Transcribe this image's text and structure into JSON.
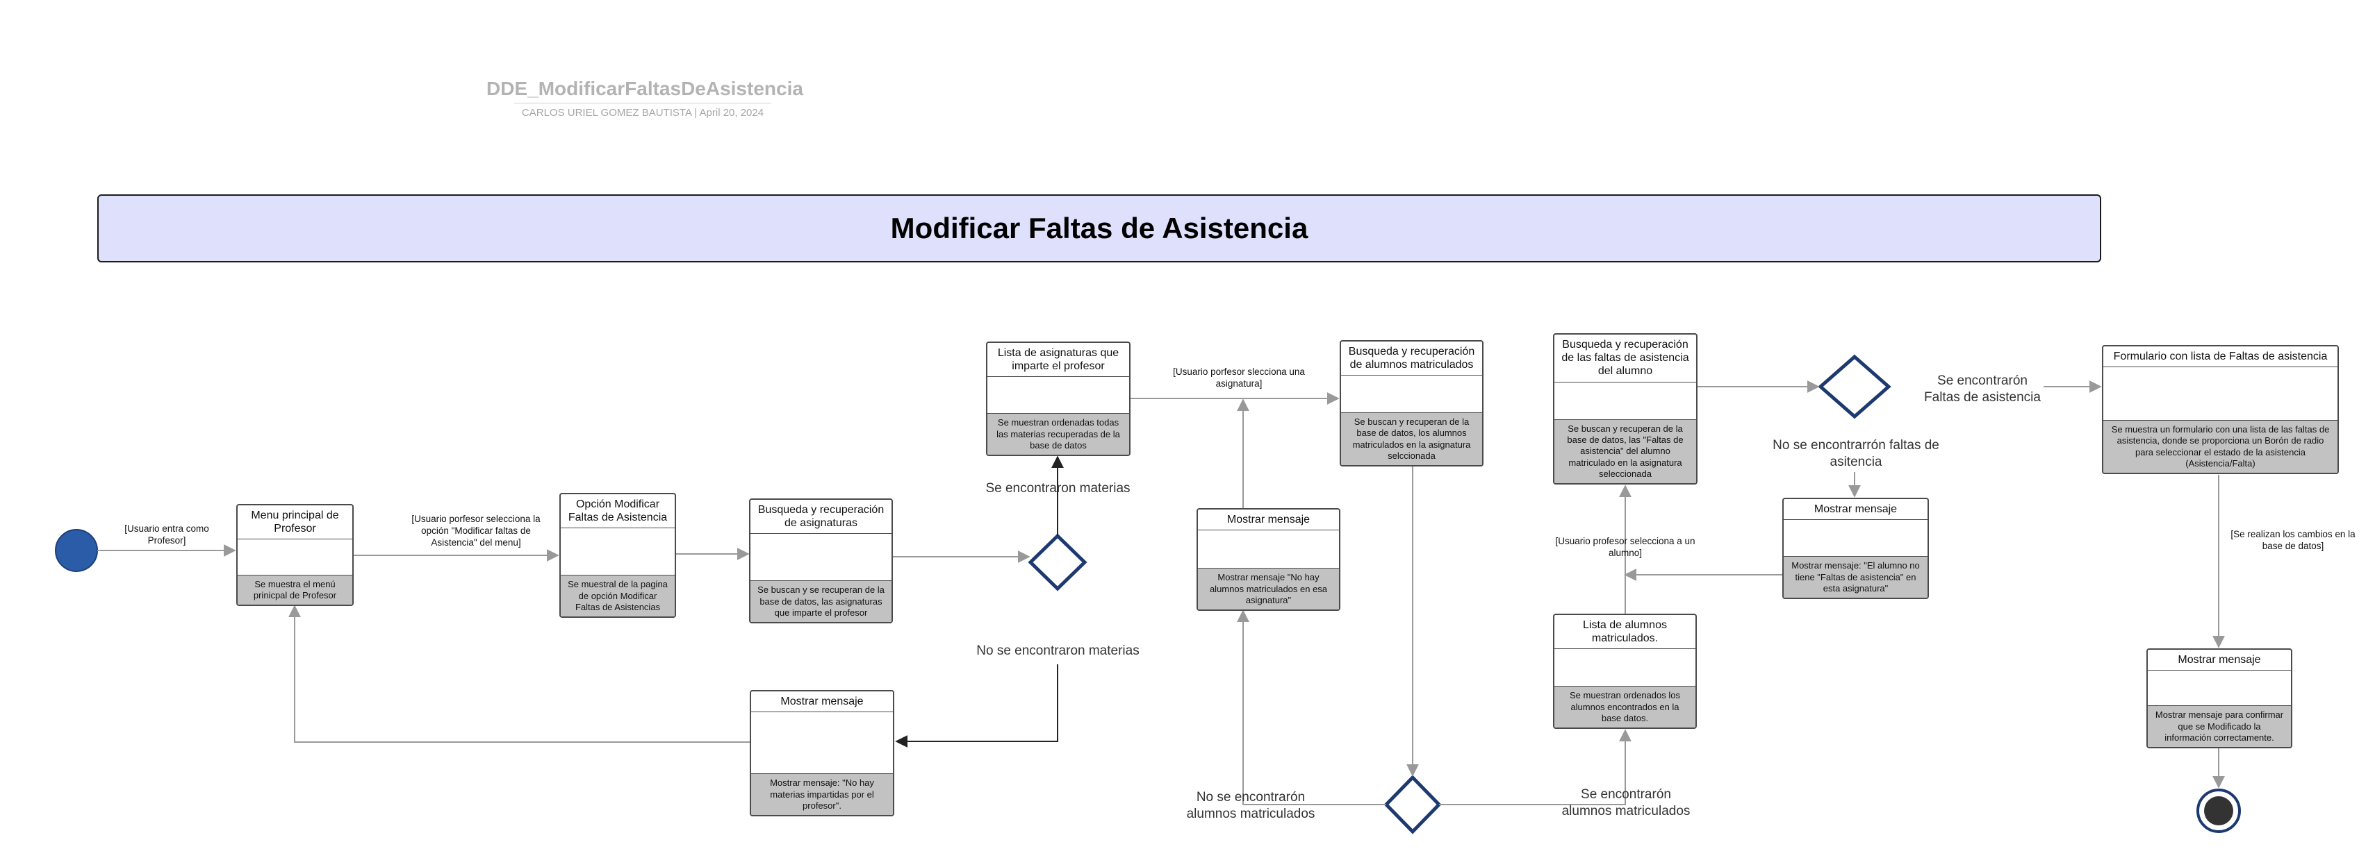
{
  "header": {
    "title": "DDE_ModificarFaltasDeAsistencia",
    "meta": "CARLOS URIEL GOMEZ BAUTISTA  |  April 20, 2024"
  },
  "banner": {
    "title": "Modificar Faltas de Asistencia"
  },
  "nodes": {
    "menu_profesor": {
      "title": "Menu principal de Profesor",
      "desc": "Se muestra el menú prinicpal de Profesor"
    },
    "opcion_modificar": {
      "title": "Opción Modificar Faltas de Asistencia",
      "desc": "Se muestral de la pagina de  opción Modificar Faltas de Asistencias"
    },
    "busqueda_asignaturas": {
      "title": "Busqueda y recuperación de asignaturas",
      "desc": "Se buscan y se recuperan  de la base de datos, las asignaturas que imparte el profesor"
    },
    "lista_asignaturas": {
      "title": "Lista de asignaturas que imparte el profesor",
      "desc": "Se muestran ordenadas todas las materias recuperadas de la base de datos"
    },
    "msg_no_materias": {
      "title": "Mostrar mensaje",
      "desc": "Mostrar mensaje: \"No hay materias impartidas por el profesor\"."
    },
    "msg_no_alumnos": {
      "title": "Mostrar mensaje",
      "desc": "Mostrar mensaje \"No hay alumnos matriculados en esa asignatura\""
    },
    "busqueda_alumnos": {
      "title": "Busqueda y recuperación de alumnos matriculados",
      "desc": "Se buscan y recuperan de la base de datos, los alumnos matriculados en la asignatura selccionada"
    },
    "lista_alumnos": {
      "title": "Lista de alumnos matriculados.",
      "desc": "Se muestran ordenados los alumnos encontrados en la base datos."
    },
    "busqueda_faltas": {
      "title": "Busqueda y recuperación de las faltas de asistencia del alumno",
      "desc": "Se buscan y recuperan de la base de datos, las \"Faltas de asistencia\" del alumno matriculado en la asignatura seleccionada"
    },
    "msg_no_faltas": {
      "title": "Mostrar mensaje",
      "desc": "Mostrar mensaje: \"El alumno no tiene \"Faltas de asistencia\" en esta asignatura\""
    },
    "formulario": {
      "title": "Formulario con lista de Faltas de asistencia",
      "desc": "Se muestra un formulario con una lista de las faltas de asistencia, donde se proporciona un Borón de radio para seleccionar el estado de la asistencia (Asistencia/Falta)"
    },
    "msg_confirmar": {
      "title": "Mostrar mensaje",
      "desc": "Mostrar mensaje para confirmar que se Modificado la información correctamente."
    }
  },
  "labels": {
    "usuario_entra": "[Usuario entra como Profesor]",
    "selecciona_opcion": "[Usuario porfesor selecciona la opción \"Modificar faltas de Asistencia\" del menu]",
    "se_encontraron_materias": "Se encontraron materias",
    "no_se_encontraron_materias": "No se encontraron materias",
    "selecciona_asignatura": "[Usuario porfesor slecciona una asignatura]",
    "no_alumnos": "No se encontrarón alumnos matriculados",
    "si_alumnos": "Se encontrarón alumnos matriculados",
    "selecciona_alumno": "[Usuario profesor selecciona a un alumno]",
    "si_faltas": "Se encontrarón Faltas de asistencia",
    "no_faltas": "No se encontrarrón faltas de asitencia",
    "cambios_realizados": "[Se realizan los cambios en la base de datos]"
  },
  "colors": {
    "banner_fill": "#dfe0fb",
    "start_node": "#2a5ca8",
    "decision_stroke": "#1d3a70",
    "description_fill": "#c2c2c2",
    "edge": "#999999"
  }
}
